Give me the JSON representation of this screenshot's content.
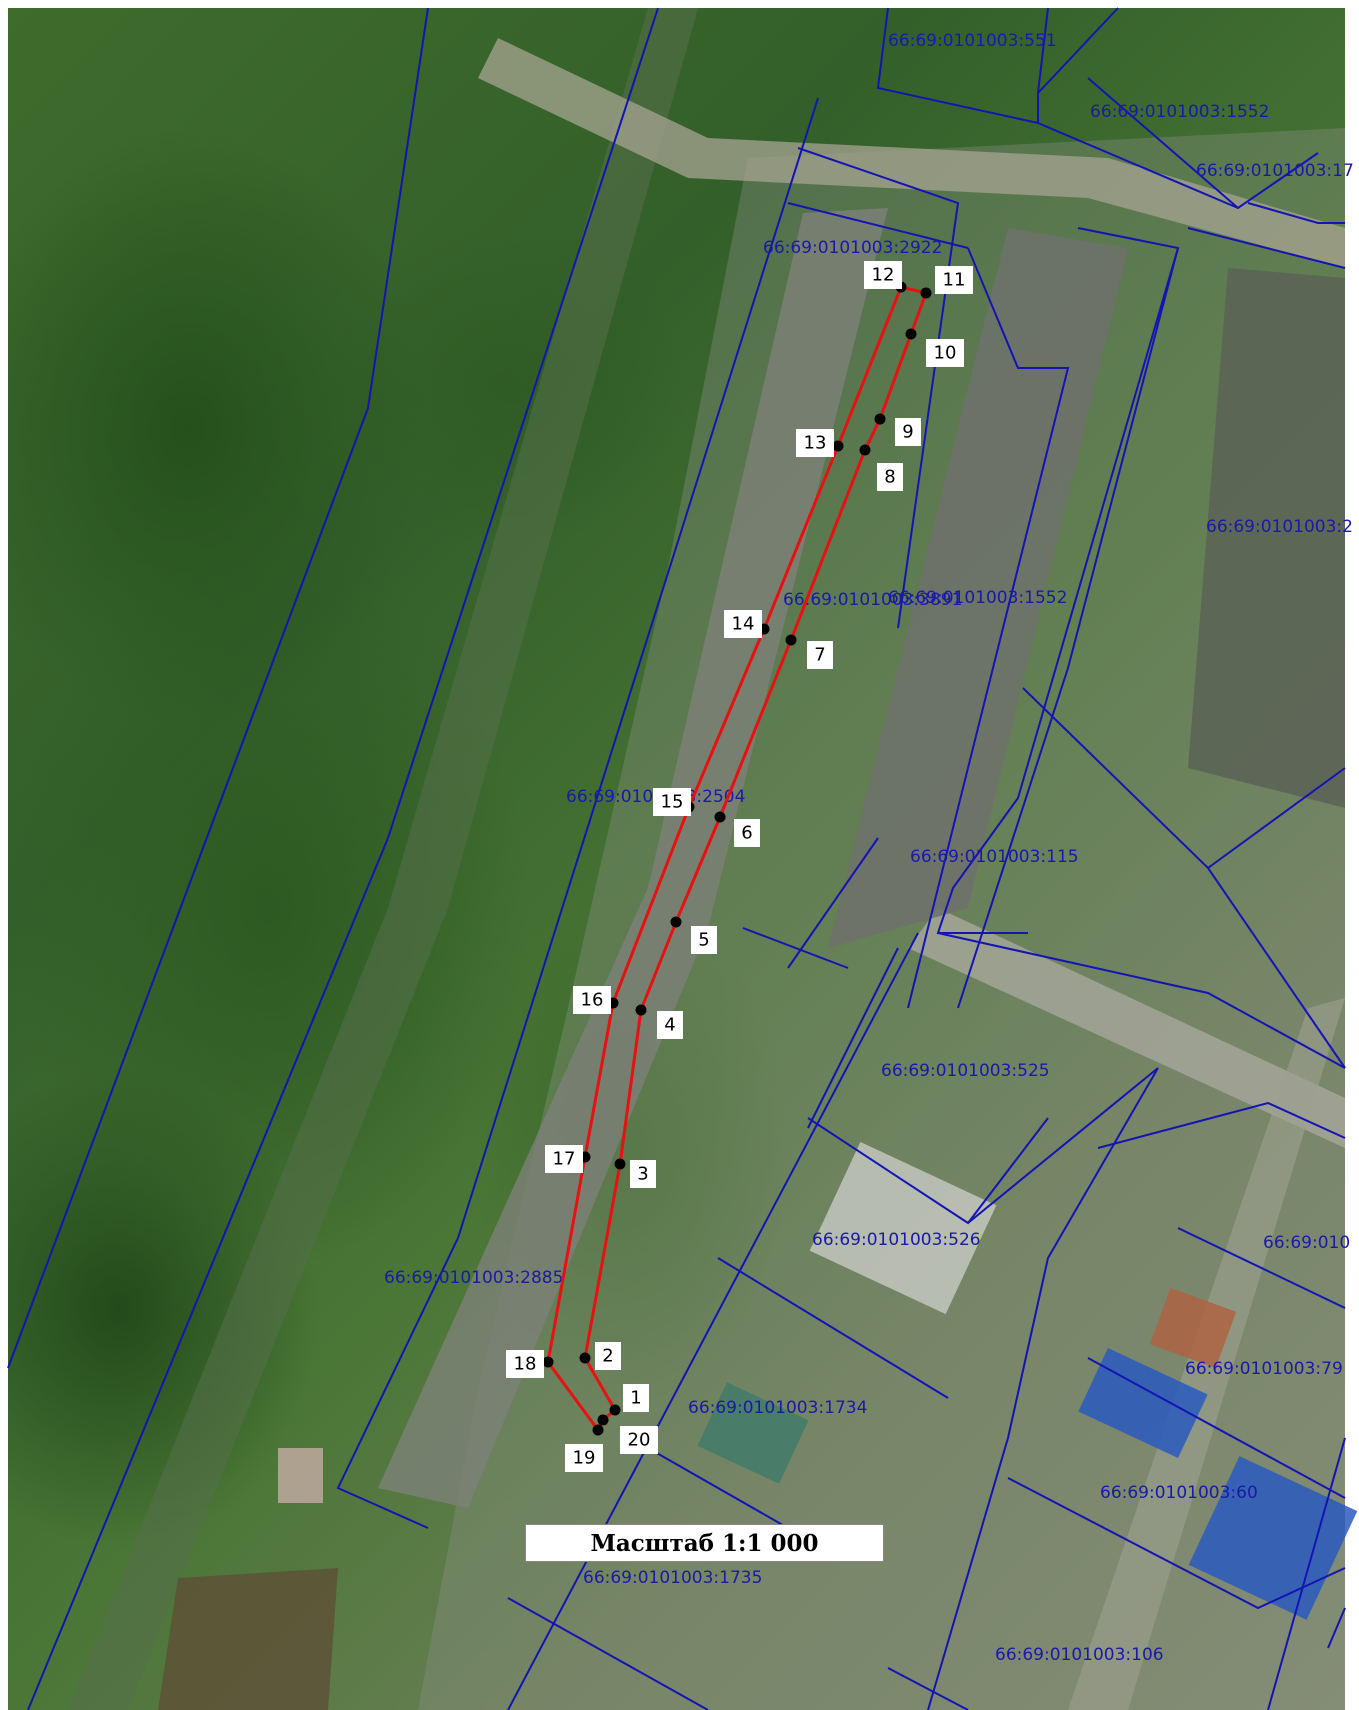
{
  "scale_label": "Масштаб 1:1 000",
  "colors": {
    "boundary": "#e81010",
    "parcel_lines": "#1414b4",
    "parcel_text": "#1a1aa8",
    "vertex": "#000000"
  },
  "parcel_labels": [
    "66:69:0101003:551",
    "66:69:0101003:1552",
    "66:69:0101003:17",
    "66:69:0101003:2922",
    "66:69:0101003:2",
    "66:69:0101003:3891",
    "66:69:0101003:1552",
    "66:69:0101003:2504",
    "66:69:0101003:115",
    "66:69:0101003:525",
    "66:69:0101003:526",
    "66:69:010",
    "66:69:0101003:2885",
    "66:69:0101003:79",
    "66:69:0101003:1734",
    "66:69:0101003:60",
    "66:69:0101003:1735",
    "66:69:0101003:106"
  ],
  "points": [
    "1",
    "2",
    "3",
    "4",
    "5",
    "6",
    "7",
    "8",
    "9",
    "10",
    "11",
    "12",
    "13",
    "14",
    "15",
    "16",
    "17",
    "18",
    "19",
    "20"
  ]
}
